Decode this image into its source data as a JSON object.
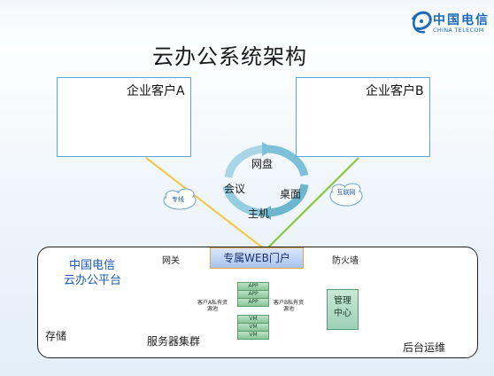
{
  "title": "云办公系统架构",
  "logo": {
    "cn": "中国电信",
    "en": "CHINA TELECOM"
  },
  "clients": [
    {
      "label": "企业客户A"
    },
    {
      "label": "企业客户B"
    }
  ],
  "cloud_left": "专线",
  "cloud_right": "互联网",
  "cycle": {
    "top": "网盘",
    "left": "会议",
    "right": "桌面",
    "bottom": "主机"
  },
  "platform": {
    "name_line1": "中国电信",
    "name_line2": "云办公平台",
    "gateway": "网关",
    "portal": "专属WEB门户",
    "firewall": "防火墙",
    "pool_a": "客户A私有资源池",
    "pool_b": "客户B私有资源池",
    "app_labels": [
      "APP",
      "APP",
      "APP"
    ],
    "vm_labels": [
      "VM",
      "VM",
      "VM"
    ],
    "management": "管理中心",
    "storage": "存储",
    "servers": "服务器集群",
    "ops": "后台运维"
  },
  "colors": {
    "line_a": "#f2c94c",
    "line_b": "#8cc63f",
    "box_border": "#5aa6da",
    "portal_border": "#e3a545"
  }
}
